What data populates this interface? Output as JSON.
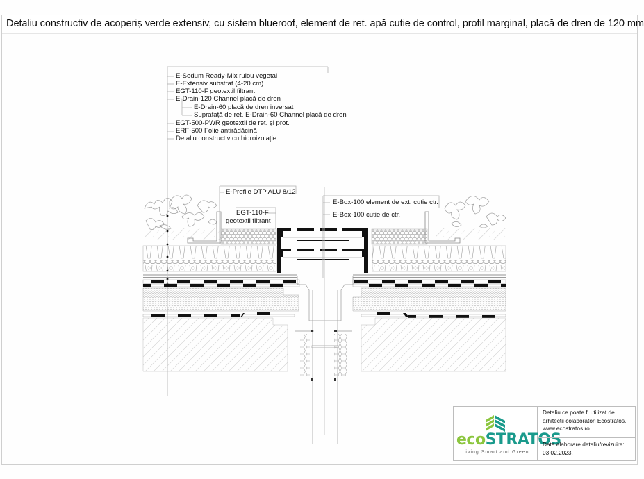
{
  "header": {
    "title": "Detaliu constructiv de acoperiș verde extensiv, cu sistem blueroof, element de ret. apă cutie de control, profil marginal, placă de dren de 120 mm"
  },
  "layer_callouts": {
    "items": [
      {
        "label": "E-Sedum Ready-Mix rulou vegetal",
        "indent": 0
      },
      {
        "label": "E-Extensiv substrat (4-20 cm)",
        "indent": 0
      },
      {
        "label": "EGT-110-F geotextil filtrant",
        "indent": 0
      },
      {
        "label": "E-Drain-120 Channel placă de dren",
        "indent": 0
      },
      {
        "label": "E-Drain-60 placă de dren inversat",
        "indent": 1
      },
      {
        "label": "Suprafață de ret. E-Drain-60 Channel placă de dren",
        "indent": 1
      },
      {
        "label": "EGT-500-PWR geotextil de ret. și prot.",
        "indent": 0
      },
      {
        "label": "ERF-500 Folie antirădăcină",
        "indent": 0
      },
      {
        "label": "Detaliu constructiv cu hidroizolație",
        "indent": 0
      }
    ]
  },
  "component_callouts": {
    "profile": "E-Profile DTP ALU 8/12",
    "geotextile_line1": "EGT-110-F",
    "geotextile_line2": "geotextil filtrant",
    "box_extension": "E-Box-100 element de ext. cutie ctr.",
    "box": "E-Box-100 cutie de ctr."
  },
  "stamp": {
    "logo_eco": "eco",
    "logo_stratos": "STRATOS",
    "logo_reg": "®",
    "logo_tagline": "Living Smart and Green",
    "info_line1": "Detaliu ce poate fi utilizat de",
    "info_line2": "arhitecții colaboratori Ecostratos.",
    "info_line3": "www.ecostratos.ro",
    "date_label": "Data elaborare detaliu/revizuire:",
    "date_value": "03.02.2023."
  },
  "colors": {
    "logo_green": "#8cc63f",
    "logo_teal": "#1a9a8c",
    "line_gray": "#9a9a9a",
    "membrane_black": "#111111"
  }
}
